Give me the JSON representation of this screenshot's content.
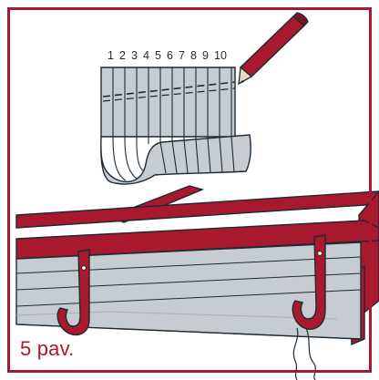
{
  "figure": {
    "caption": "5 pav.",
    "scale_numbers": [
      "1",
      "2",
      "3",
      "4",
      "5",
      "6",
      "7",
      "8",
      "9",
      "10"
    ]
  },
  "colors": {
    "accent": "#a8192e",
    "stroke": "#1e2a33",
    "gray": "#c6ccd1",
    "gray_dark": "#aab1b8",
    "background": "#ffffff"
  },
  "icons": [
    "pencil-icon"
  ]
}
